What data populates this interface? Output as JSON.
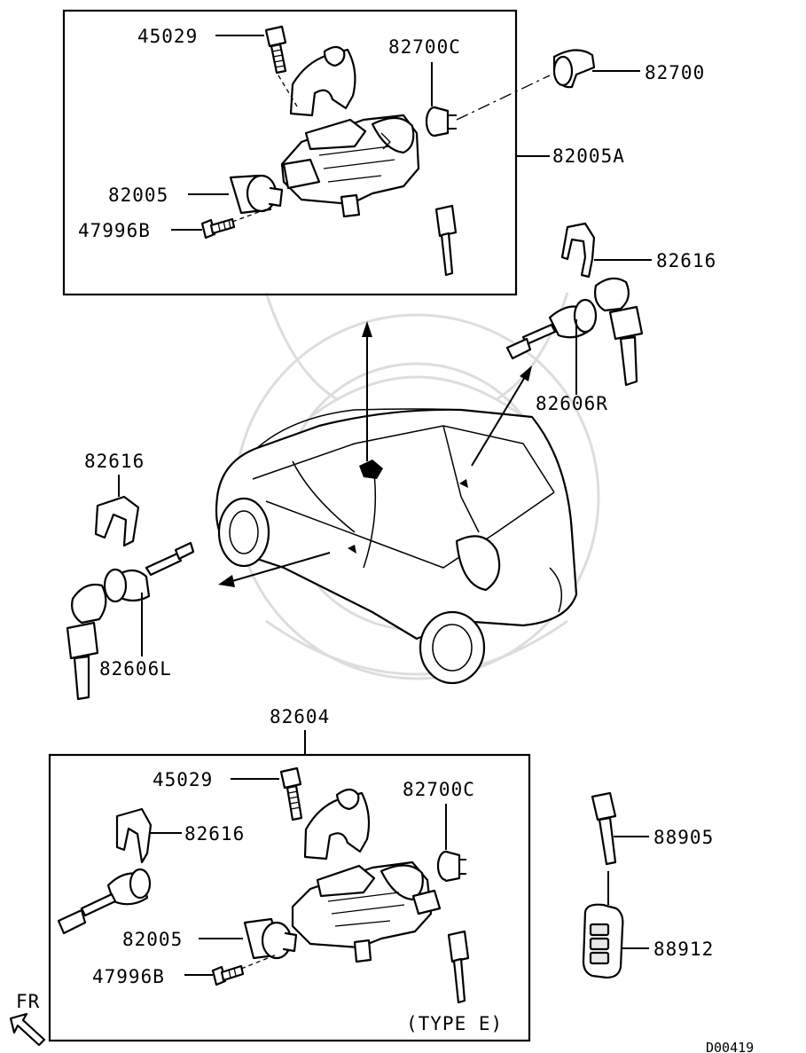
{
  "diagram": {
    "top_box_labels": {
      "bolt": "45029",
      "cover": "82700C",
      "lock_cylinder": "82005",
      "screw": "47996B"
    },
    "box_callout": "82005A",
    "right_labels": {
      "ring": "82700",
      "retainer_right": "82616",
      "door_lock_right": "82606R"
    },
    "left_labels": {
      "retainer_left": "82616",
      "door_lock_left": "82606L"
    },
    "bottom_box_callout": "82604",
    "bottom_box_labels": {
      "bolt": "45029",
      "retainer": "82616",
      "cover": "82700C",
      "lock_cylinder": "82005",
      "screw": "47996B",
      "type_note": "(TYPE E)"
    },
    "key_labels": {
      "key": "88905",
      "remote": "88912"
    },
    "front_marker": "FR",
    "diagram_code": "D00419"
  }
}
